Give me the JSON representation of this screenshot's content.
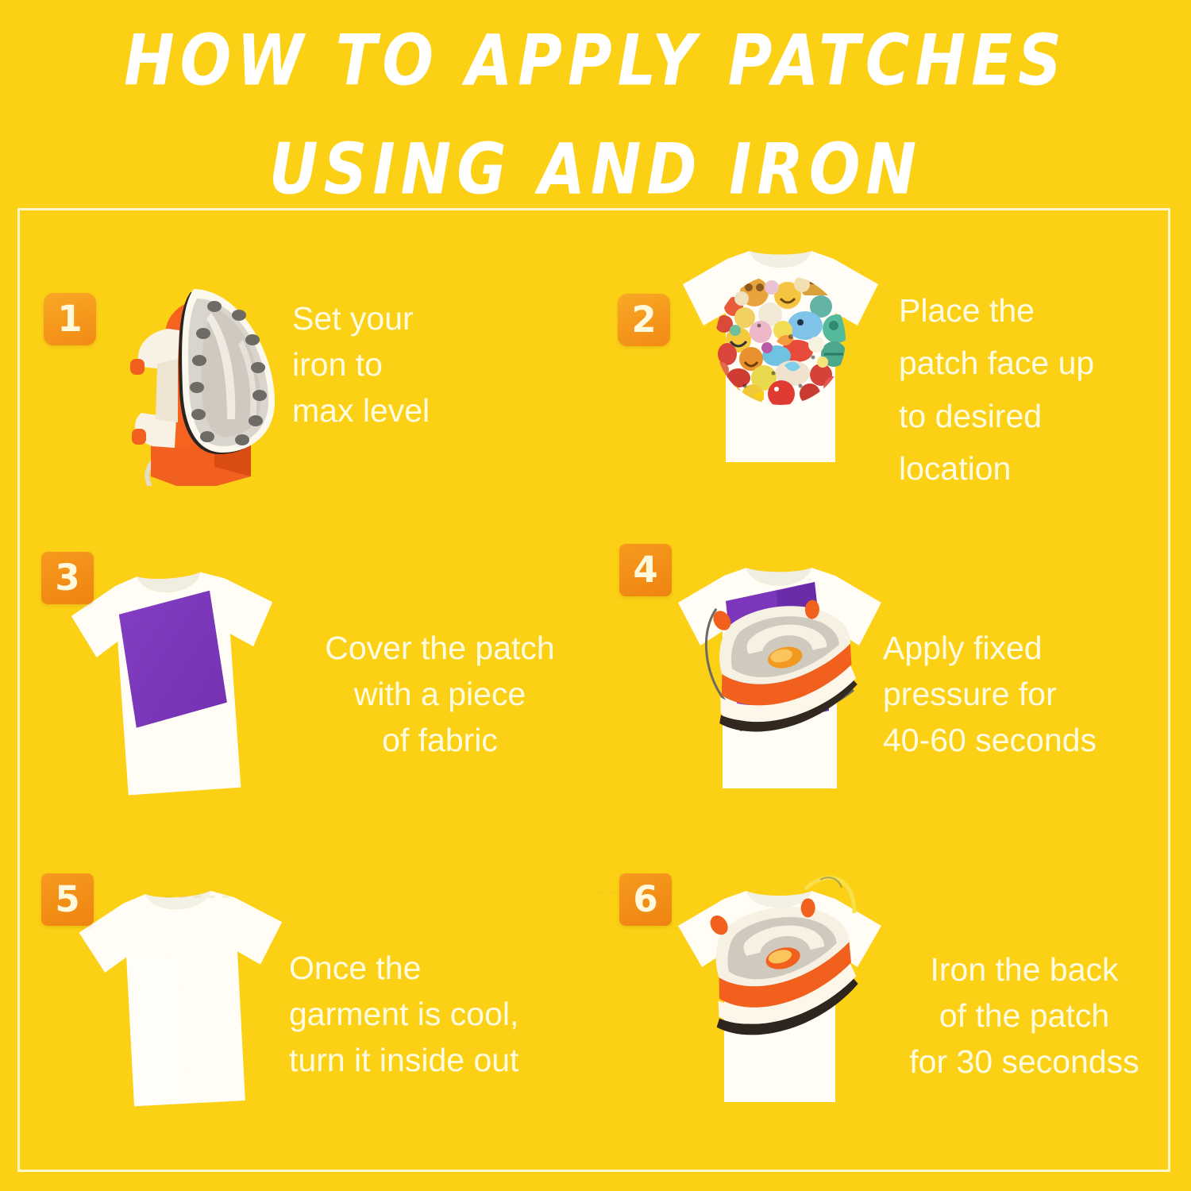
{
  "page": {
    "background_color": "#FBD015",
    "frame_color": "#FFF6C9",
    "title_color": "#FFFFFF",
    "body_text_color": "#FFFCE3",
    "badge_color": "#F9A826",
    "badge_text_color": "#FFF8DC",
    "patch_cover_color": "#7B36BC",
    "shirt_color": "#FFFDF6"
  },
  "title": {
    "line1": "How to apply patches",
    "line2": "using and iron"
  },
  "steps": [
    {
      "number": "1",
      "text": "Set your\niron to\nmax level",
      "align": "left",
      "illustration": "upright-iron-icon"
    },
    {
      "number": "2",
      "text": "Place the\npatch face up\nto desired\nlocation",
      "align": "left",
      "illustration": "tshirt-with-patch-collage-icon"
    },
    {
      "number": "3",
      "text": "Cover the patch\nwith a piece\nof fabric",
      "align": "center",
      "illustration": "tshirt-with-purple-fabric-icon"
    },
    {
      "number": "4",
      "text": "Apply fixed\npressure for\n40-60 seconds",
      "align": "left",
      "illustration": "iron-on-purple-fabric-icon"
    },
    {
      "number": "5",
      "text": "Once the\ngarment is cool,\nturn it inside out",
      "align": "left",
      "illustration": "plain-white-tshirt-icon"
    },
    {
      "number": "6",
      "text": "Iron the back\nof the patch\nfor 30 secondss",
      "align": "center",
      "illustration": "iron-on-tshirt-icon"
    }
  ]
}
